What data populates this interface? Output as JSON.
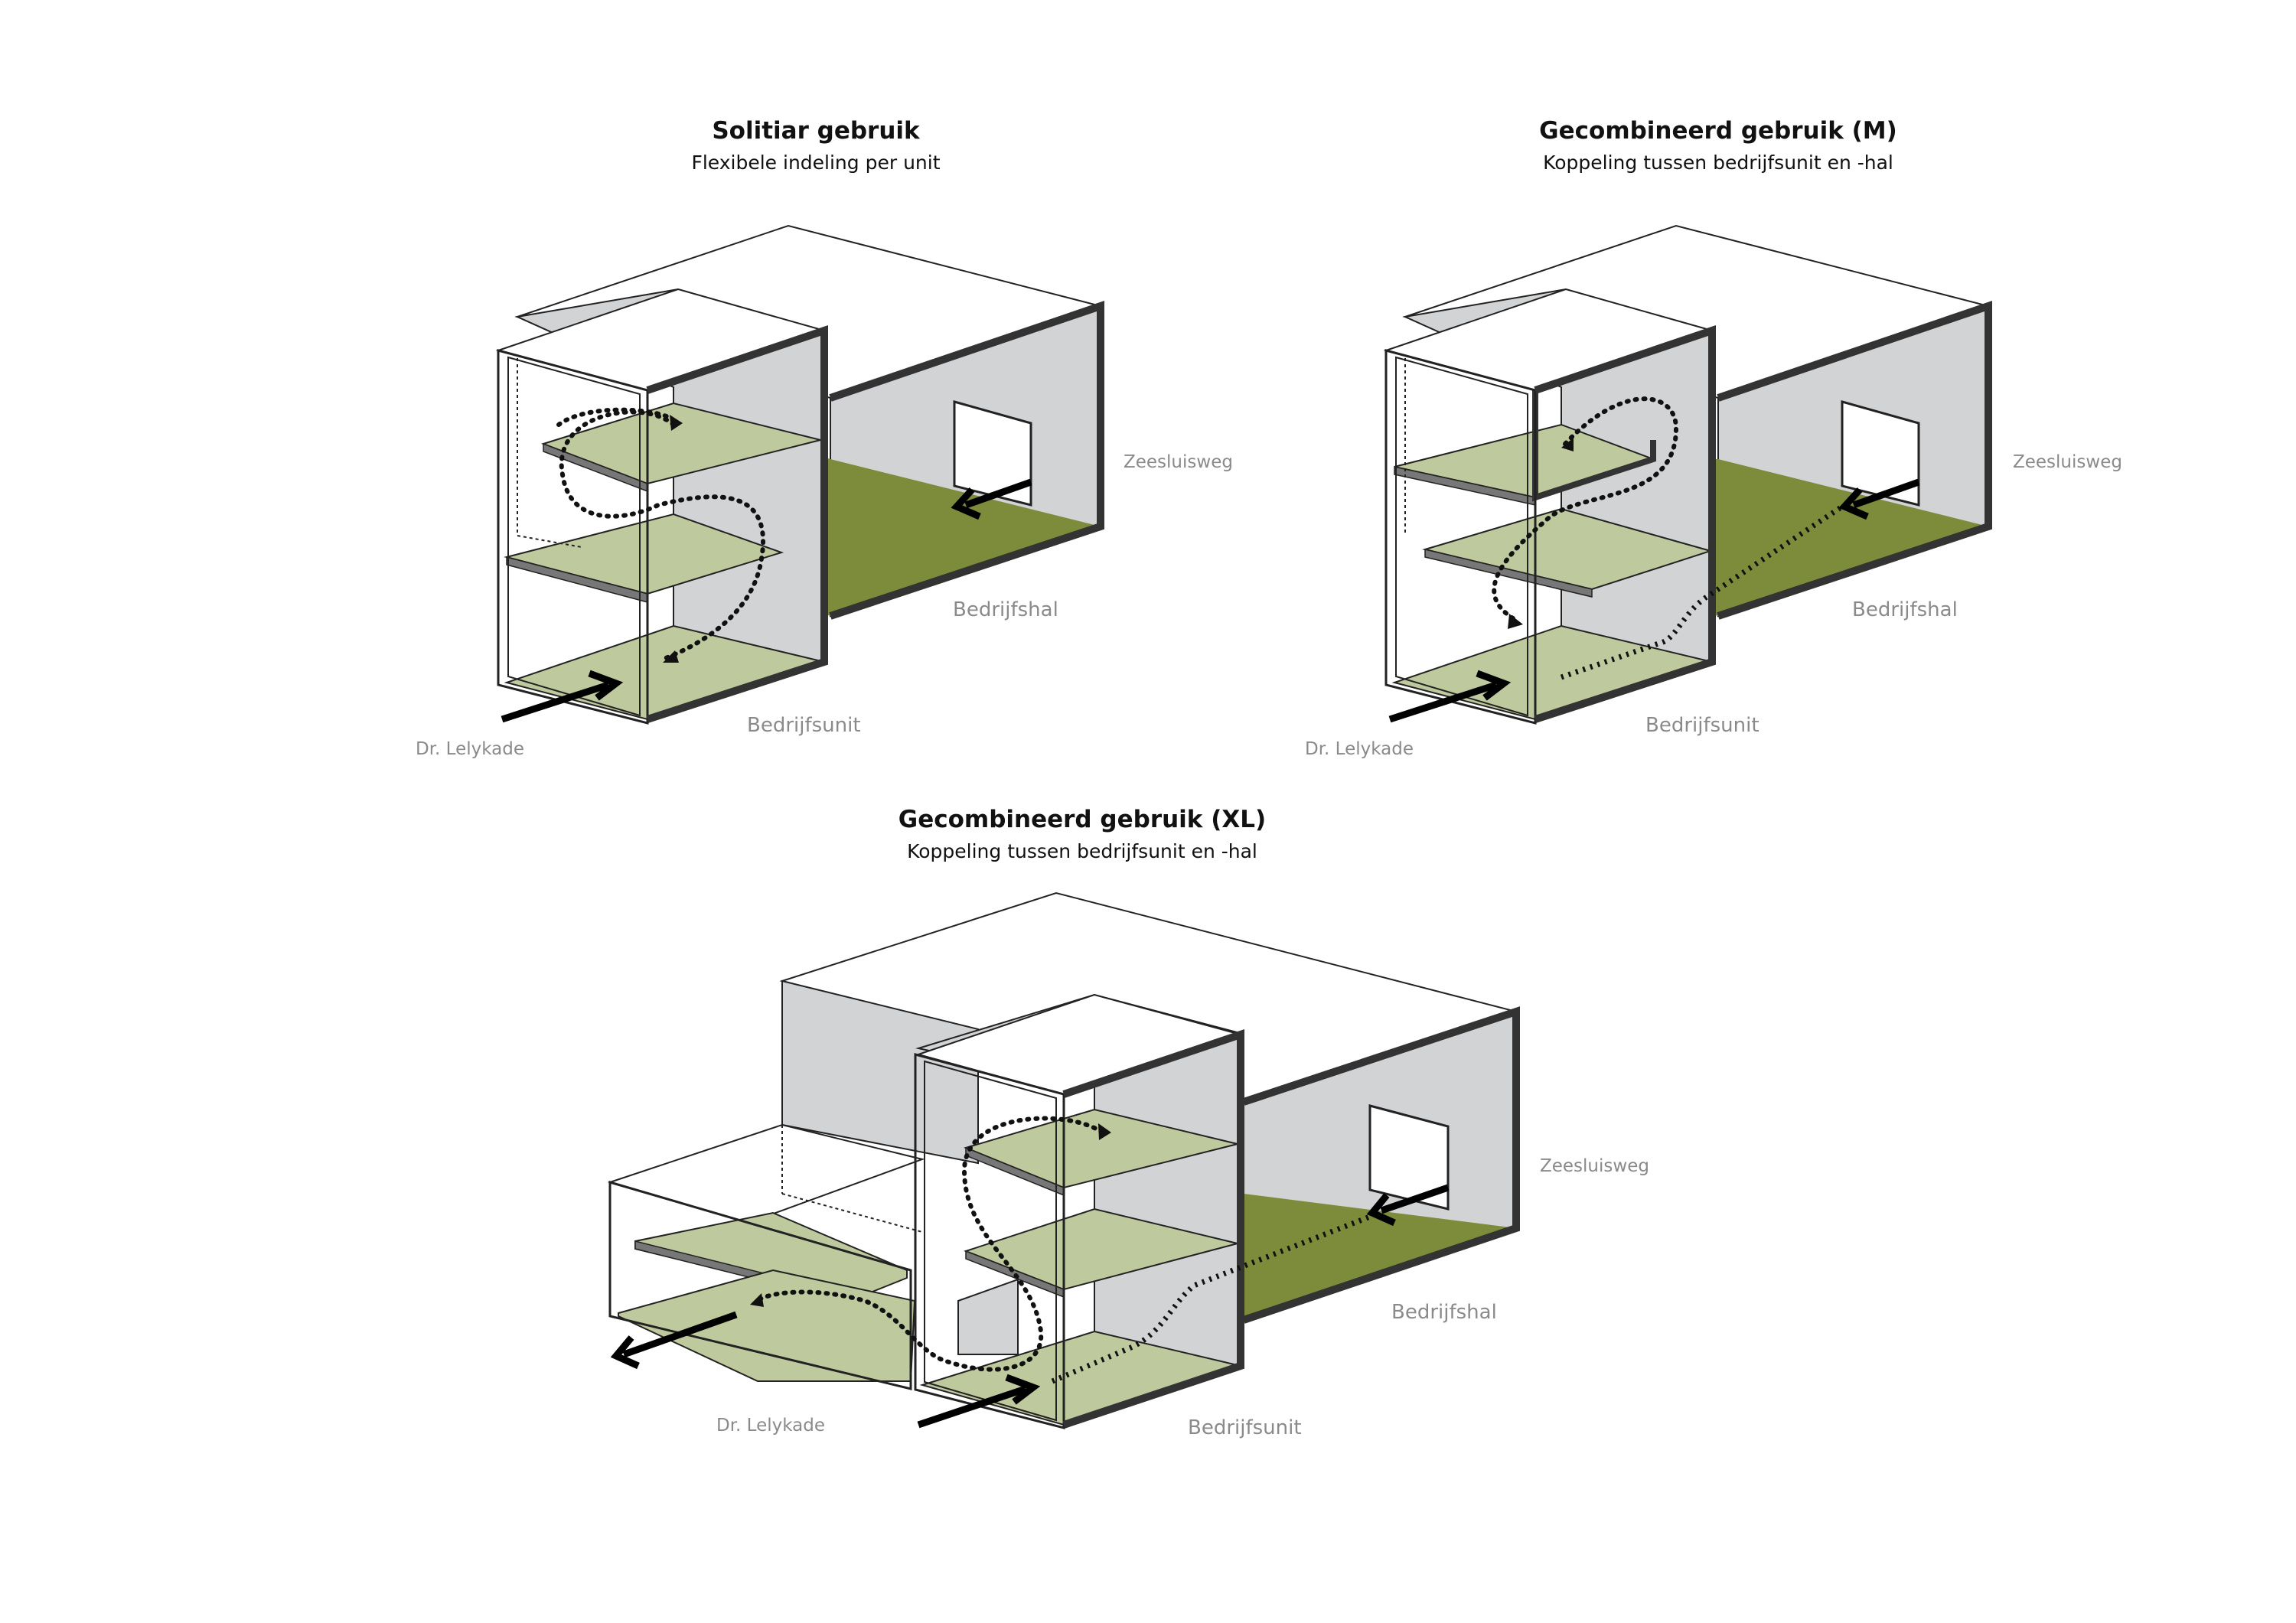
{
  "diagrams": [
    {
      "title": "Solitiar gebruik",
      "subtitle": "Flexibele indeling per unit",
      "labels": {
        "unit": "Bedrijfsunit",
        "hall": "Bedrijfshal",
        "street_front": "Dr. Lelykade",
        "street_back": "Zeesluisweg"
      }
    },
    {
      "title": "Gecombineerd gebruik (M)",
      "subtitle": "Koppeling tussen bedrijfsunit en -hal",
      "labels": {
        "unit": "Bedrijfsunit",
        "hall": "Bedrijfshal",
        "street_front": "Dr. Lelykade",
        "street_back": "Zeesluisweg"
      }
    },
    {
      "title": "Gecombineerd gebruik (XL)",
      "subtitle": "Koppeling tussen bedrijfsunit en -hal",
      "labels": {
        "unit": "Bedrijfsunit",
        "hall": "Bedrijfshal",
        "street_front": "Dr. Lelykade",
        "street_back": "Zeesluisweg"
      }
    }
  ],
  "colors": {
    "floor_light": "#bfc99e",
    "floor_dark": "#7d8c3a",
    "wall_grey": "#d2d3d5",
    "outline": "#222222",
    "slab_edge": "#777777"
  }
}
